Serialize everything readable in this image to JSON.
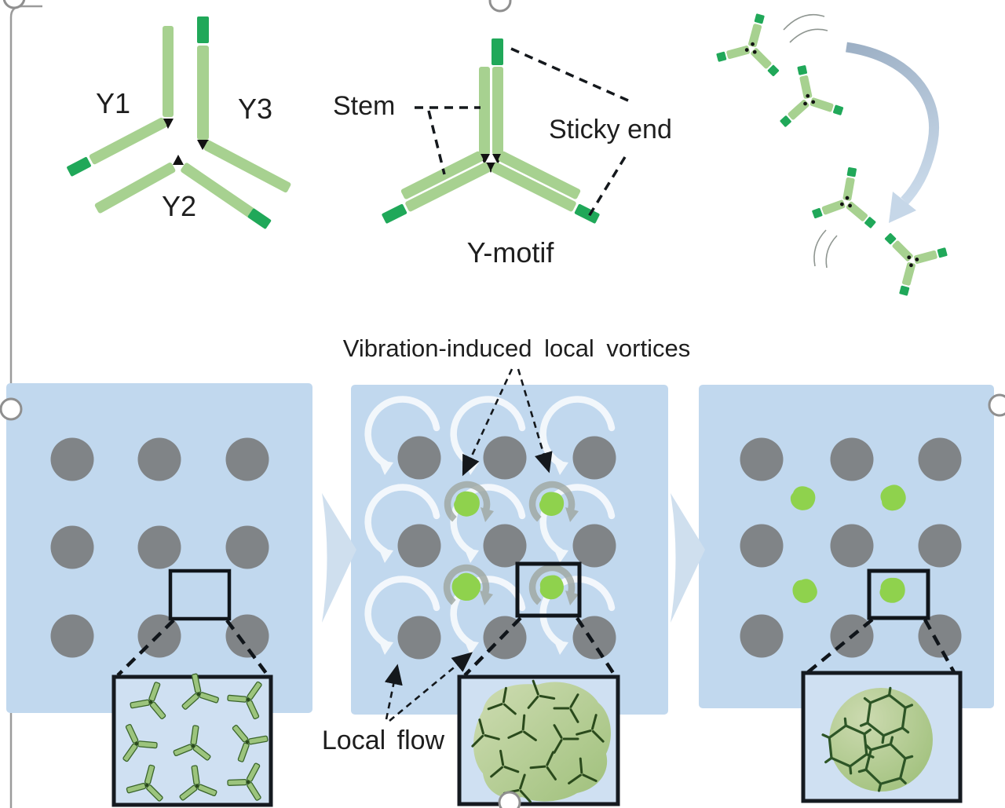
{
  "figure": {
    "labels": {
      "y1": "Y1",
      "y2": "Y2",
      "y3": "Y3",
      "stem": "Stem",
      "sticky_end": "Sticky end",
      "y_motif": "Y-motif",
      "vortices": "Vibration-induced local vortices",
      "local_flow": "Local flow"
    },
    "colors": {
      "strand_light_green": "#a7d190",
      "sticky_end_green": "#20a859",
      "aggregate_green": "#8fd24d",
      "panel_blue": "#c1d8ee",
      "inset_blue": "#cfe0f2",
      "pillar_gray": "#7d8082",
      "vortex_arc_gray": "#a0a8a2",
      "flow_ring_white": "#ffffff",
      "gel_green": "#b9cf97",
      "network_dark_green": "#2a4a1c",
      "transition_arrow_blue": "#cfdfee",
      "assembly_arrow_blue_gray": "#9db0c5"
    }
  }
}
